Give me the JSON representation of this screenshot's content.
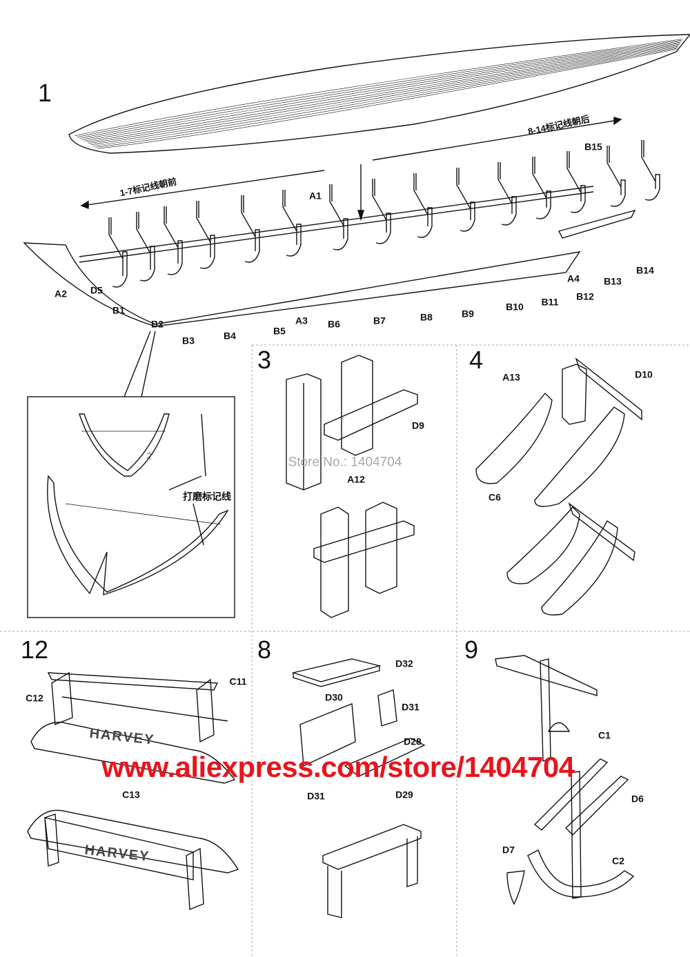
{
  "title": "Ship model assembly instructions (HARVEY)",
  "colors": {
    "ink": "#111111",
    "watermark_url": "#e8141c",
    "watermark_store": "#a8a8a8"
  },
  "steps": {
    "s1": {
      "number": "1",
      "note_aft": "8-14标记线朝后",
      "note_fore": "1-7标记线朝前",
      "parts": [
        "A1",
        "A2",
        "D5",
        "B1",
        "B2",
        "B3",
        "B4",
        "B5",
        "A3",
        "B6",
        "B7",
        "B8",
        "B9",
        "B10",
        "B11",
        "B12",
        "A4",
        "B13",
        "B14",
        "B15"
      ],
      "inset": {
        "frame_number": "2",
        "note": "打磨标记线"
      }
    },
    "s3": {
      "number": "3",
      "parts": [
        "D9",
        "A12"
      ]
    },
    "s4": {
      "number": "4",
      "parts": [
        "A13",
        "D10",
        "C6"
      ]
    },
    "s12": {
      "number": "12",
      "parts": [
        "C11",
        "C12",
        "C13"
      ],
      "nameplate_text": "HARVEY"
    },
    "s8": {
      "number": "8",
      "parts": [
        "D32",
        "D30",
        "D31",
        "D28",
        "D31",
        "D29"
      ]
    },
    "s9": {
      "number": "9",
      "parts": [
        "C1",
        "D6",
        "D7",
        "C2"
      ]
    }
  },
  "watermarks": {
    "store": "Store No.: 1404704",
    "url": "www.aliexpress.com/store/1404704"
  }
}
